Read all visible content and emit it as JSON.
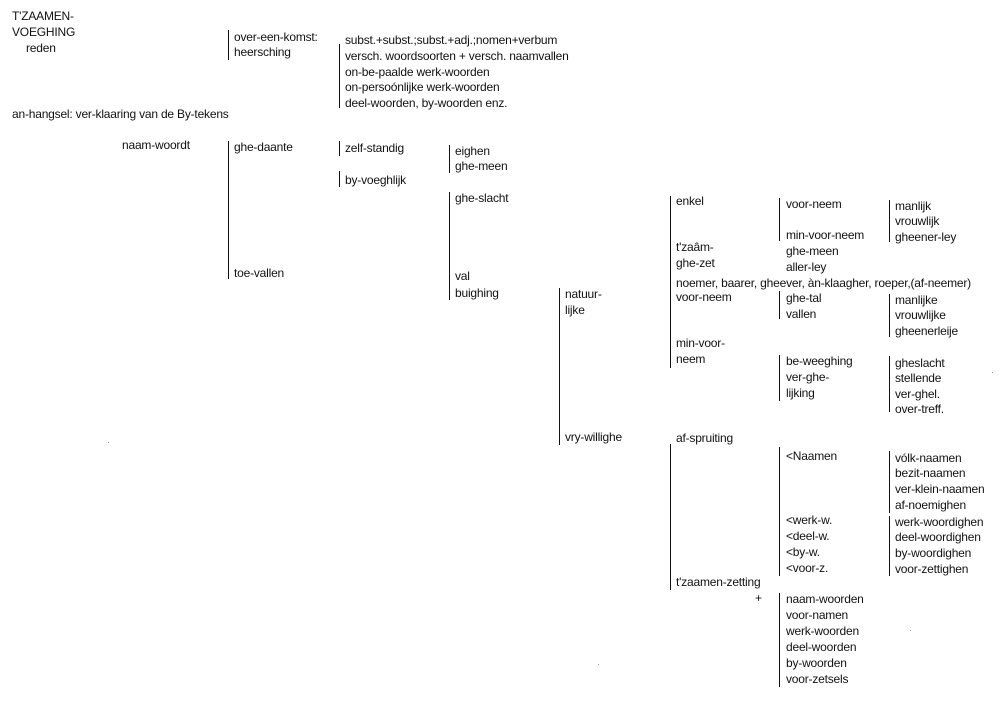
{
  "title": {
    "line1": "T'ZAAMEN-",
    "line2": "VOEGHING",
    "line3": "reden"
  },
  "col2": {
    "overeenkomst": "over-een-komst:",
    "heersching": "heersching"
  },
  "col3": {
    "subst": "subst.+subst.;subst.+adj.;nomen+verbum",
    "versch": "versch. woordsoorten + versch. naamvallen",
    "onbepaalde": "on-be-paalde werk-woorden",
    "onpersoonlijke": "on-persoónlijke werk-woorden",
    "deelwoorden": "deel-woorden, by-woorden enz."
  },
  "anhangsel": "an-hangsel: ver-klaaring van de By-tekens",
  "naamwoordt": "naam-woordt",
  "ghedaante": "ghe-daante",
  "toevallen": "toe-vallen",
  "zelfstandig": "zelf-standig",
  "byvoeghlijk": "by-voeghlijk",
  "eighen": "eighen",
  "ghemeen": "ghe-meen",
  "gheslacht": "ghe-slacht",
  "val": "val",
  "buighing": "buighing",
  "natuurlijke": {
    "line1": "natuur-",
    "line2": "lijke"
  },
  "vrywillighe": "vry-willighe",
  "enkel": "enkel",
  "voorneem_a": "voor-neem",
  "minvoorneem_a": "min-voor-neem",
  "manlijk": "manlijk",
  "vrouwlijk": "vrouwlijk",
  "gheenerley": "gheener-ley",
  "tzaam": {
    "line1": "t'zaâm-",
    "line2": "ghe-zet"
  },
  "ghemeen2": "ghe-meen",
  "allerley": "aller-ley",
  "noemer": "noemer, baarer, gheever, àn-klaagher, roeper,(af-neemer)",
  "voorneem_b": "voor-neem",
  "minvoorneem_b": {
    "line1": "min-voor-",
    "line2": "neem"
  },
  "ghetal": "ghe-tal",
  "vallen": "vallen",
  "manlijke": "manlijke",
  "vrouwlijke": "vrouwlijke",
  "gheenerleije": "gheenerleije",
  "beweeghing": "be-weeghing",
  "verghelijking": {
    "line1": "ver-ghe-",
    "line2": "lijking"
  },
  "gheslacht2": "gheslacht",
  "stellende": "stellende",
  "verghel": "ver-ghel.",
  "overtreff": "over-treff.",
  "afspruiting": "af-spruiting",
  "naamen_lt": "<Naamen",
  "volknaamen": "vólk-naamen",
  "bezitnaamen": "bezit-naamen",
  "verkleinnaamen": "ver-klein-naamen",
  "afnoemighen": "af-noemighen",
  "werkw": "<werk-w.",
  "deelw": "<deel-w.",
  "byw": "<by-w.",
  "voorz": "<voor-z.",
  "werkwoordighen": "werk-woordighen",
  "deelwoordighen": "deel-woordighen",
  "bywoordighen": "by-woordighen",
  "voorzettighen": "voor-zettighen",
  "tzaamenzetting": "t'zaamen-zetting",
  "plus": "+",
  "bottom_list": [
    "naam-woorden",
    "voor-namen",
    "werk-woorden",
    "deel-woorden",
    "by-woorden",
    "voor-zetsels"
  ]
}
